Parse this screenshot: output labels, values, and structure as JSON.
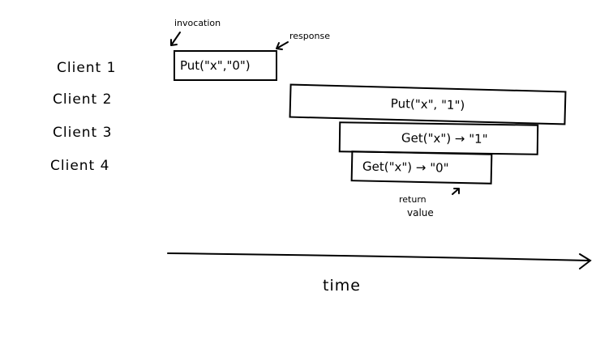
{
  "clients": [
    "Client 1",
    "Client 2",
    "Client 3",
    "Client 4"
  ],
  "operations": [
    {
      "client": "Client 1",
      "label": "Put(\"x\",\"0\")"
    },
    {
      "client": "Client 2",
      "label": "Put(\"x\", \"1\")"
    },
    {
      "client": "Client 3",
      "label": "Get(\"x\") → \"1\""
    },
    {
      "client": "Client 4",
      "label": "Get(\"x\") → \"0\""
    }
  ],
  "annotations": {
    "invocation": "invocation",
    "response": "response",
    "return_value_line1": "return",
    "return_value_line2": "value"
  },
  "axis": {
    "label": "time"
  }
}
